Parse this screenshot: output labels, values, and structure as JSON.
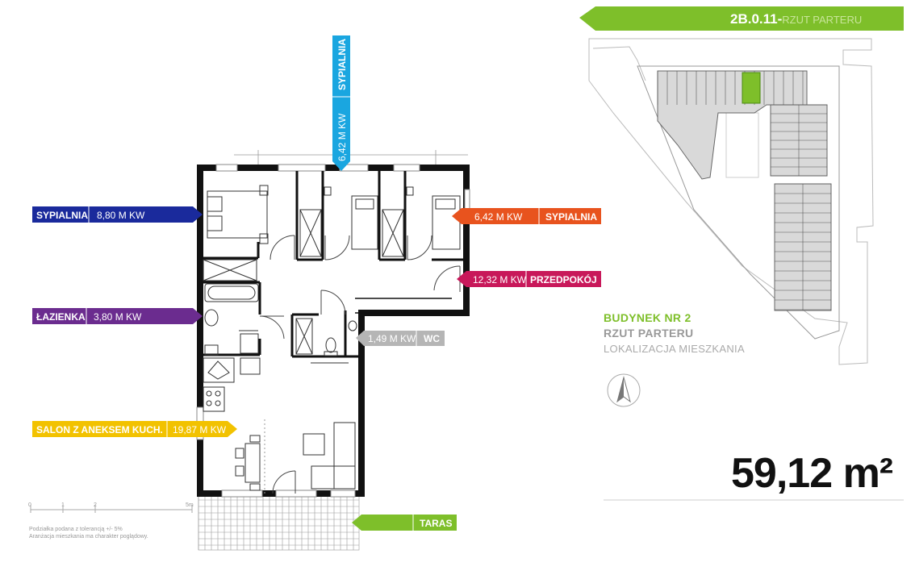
{
  "header": {
    "code": "2B.0.11-",
    "subtitle": "RZUT PARTERU",
    "bar_color": "#7ebf2a"
  },
  "rooms": [
    {
      "name": "SYPIALNIA",
      "area": "8,80 M KW",
      "color": "#1a2a9c"
    },
    {
      "name": "SYPIALNIA",
      "area": "6,42 M KW",
      "color": "#1aa6e0"
    },
    {
      "name": "SYPIALNIA",
      "area": "6,42 M KW",
      "color": "#e8531e"
    },
    {
      "name": "PRZEDPOKÓJ",
      "area": "12,32 M KW",
      "color": "#c8185a"
    },
    {
      "name": "ŁAZIENKA",
      "area": "3,80 M KW",
      "color": "#6b2c8f"
    },
    {
      "name": "WC",
      "area": "1,49 M KW",
      "color": "#b5b5b5"
    },
    {
      "name": "SALON Z ANEKSEM KUCH.",
      "area": "19,87 M KW",
      "color": "#f2c200"
    },
    {
      "name": "TARAS",
      "area": "",
      "color": "#7ebf2a"
    }
  ],
  "building": {
    "title": "BUDYNEK NR 2",
    "subtitle": "RZUT PARTERU",
    "caption": "LOKALIZACJA MIESZKANIA"
  },
  "total_area": "59,12 m²",
  "scale": {
    "ticks": [
      "0",
      "1",
      "2",
      "5m"
    ]
  },
  "note": [
    "Podziałka podana z tolerancją +/- 5%",
    "Aranżacja mieszkania ma charakter poglądowy."
  ]
}
